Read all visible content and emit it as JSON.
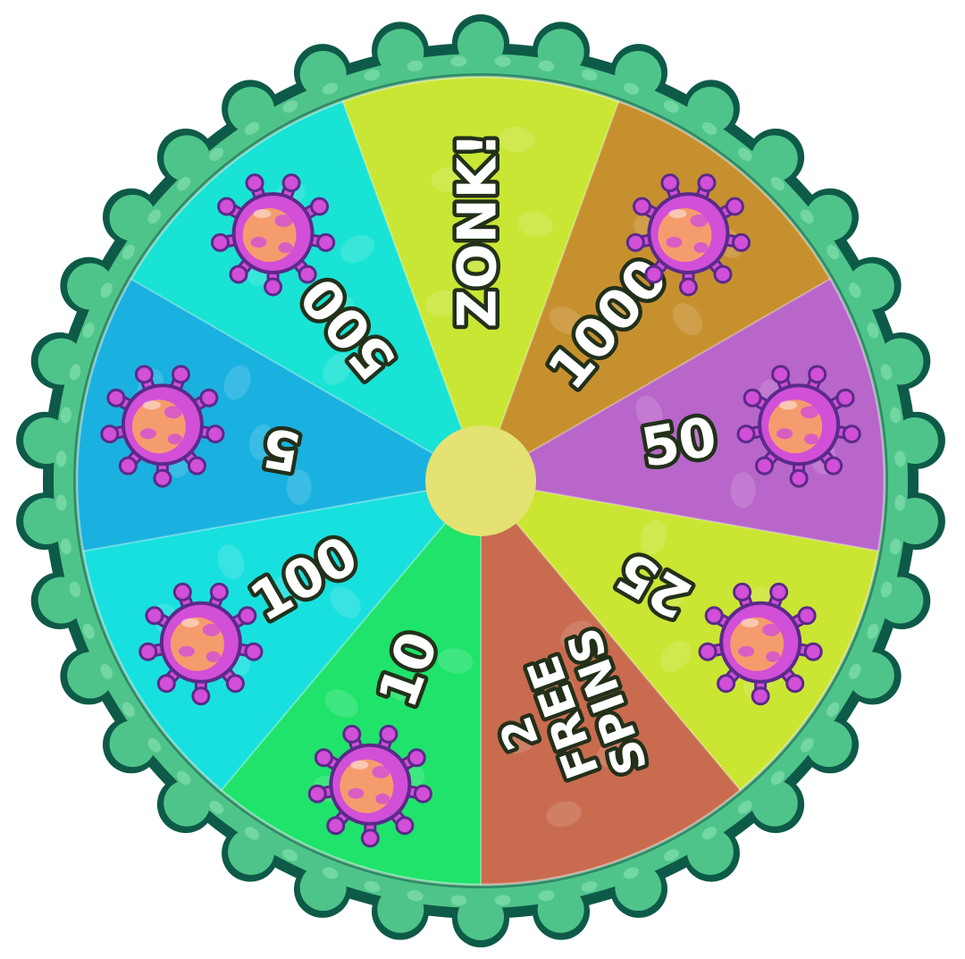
{
  "wheel": {
    "segments": [
      {
        "id": "zonk",
        "lines": [
          "ZONK!"
        ],
        "color": "#c9e635",
        "virus": false
      },
      {
        "id": "1000",
        "lines": [
          "1000"
        ],
        "color": "#c7902f",
        "virus": true
      },
      {
        "id": "50",
        "lines": [
          "50"
        ],
        "color": "#b866c9",
        "virus": true
      },
      {
        "id": "25",
        "lines": [
          "25"
        ],
        "color": "#cbe533",
        "virus": true
      },
      {
        "id": "free-spins",
        "lines": [
          "2",
          "FREE",
          "SPINS"
        ],
        "color": "#c96b4e",
        "virus": false
      },
      {
        "id": "10",
        "lines": [
          "10"
        ],
        "color": "#1fe36a",
        "virus": true
      },
      {
        "id": "100",
        "lines": [
          "100"
        ],
        "color": "#18e0df",
        "virus": true
      },
      {
        "id": "5",
        "lines": [
          "5"
        ],
        "color": "#1ab1e0",
        "virus": true
      },
      {
        "id": "500",
        "lines": [
          "500"
        ],
        "color": "#18e3d4",
        "virus": true
      }
    ],
    "colors": {
      "rim_outer": "#0e5a48",
      "rim": "#4fc48a",
      "rim_light": "#8fe8b8",
      "hub": "#e4e272",
      "virus_body": "#d24fd8",
      "virus_core": "#f59c6e",
      "virus_outline": "#5a2a8a"
    },
    "icons": {
      "virus": "virus-icon",
      "hub": "center-hub"
    }
  }
}
